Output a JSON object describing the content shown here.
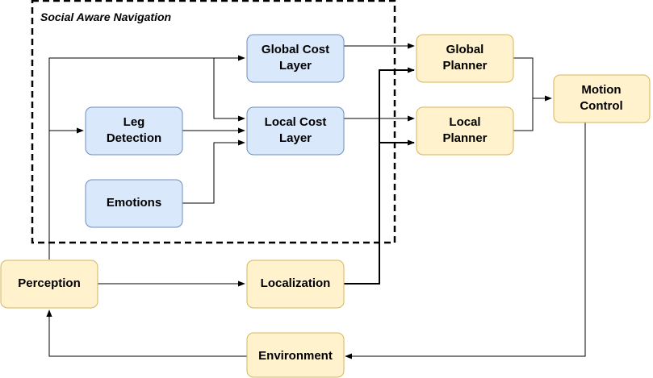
{
  "colors": {
    "blue_fill": "#dae8fc",
    "blue_stroke": "#6c8ebf",
    "yellow_fill": "#fff2cc",
    "yellow_stroke": "#d6b656",
    "line": "#000000"
  },
  "group": {
    "title": "Social Aware Navigation"
  },
  "nodes": {
    "global_cost_layer": {
      "lines": [
        "Global Cost",
        "Layer"
      ]
    },
    "leg_detection": {
      "lines": [
        "Leg",
        "Detection"
      ]
    },
    "local_cost_layer": {
      "lines": [
        "Local Cost",
        "Layer"
      ]
    },
    "emotions": {
      "lines": [
        "Emotions"
      ]
    },
    "global_planner": {
      "lines": [
        "Global",
        "Planner"
      ]
    },
    "local_planner": {
      "lines": [
        "Local",
        "Planner"
      ]
    },
    "motion_control": {
      "lines": [
        "Motion",
        "Control"
      ]
    },
    "perception": {
      "lines": [
        "Perception"
      ]
    },
    "localization": {
      "lines": [
        "Localization"
      ]
    },
    "environment": {
      "lines": [
        "Environment"
      ]
    }
  }
}
